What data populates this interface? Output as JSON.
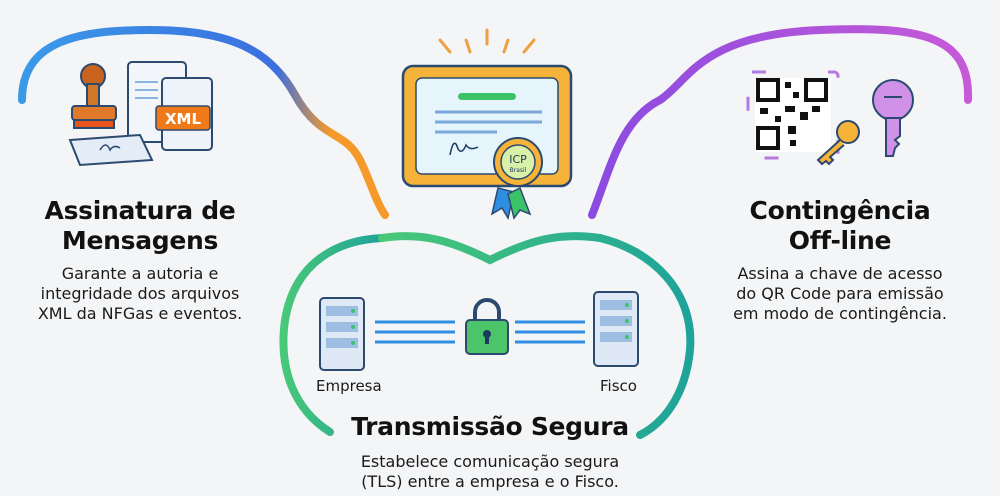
{
  "left": {
    "title_line1": "Assinatura de",
    "title_line2": "Mensagens",
    "desc_line1": "Garante a autoria e",
    "desc_line2": "integridade dos arquivos",
    "desc_line3": "XML da NFGas e eventos.",
    "badge": "XML"
  },
  "center": {
    "seal_line1": "ICP",
    "seal_line2": "Brasil"
  },
  "right": {
    "title_line1": "Contingência",
    "title_line2": "Off-line",
    "desc_line1": "Assina a chave de acesso",
    "desc_line2": "do QR Code para emissão",
    "desc_line3": "em modo de contingência."
  },
  "bottom": {
    "left_label": "Empresa",
    "right_label": "Fisco",
    "title": "Transmissão Segura",
    "desc_line1": "Estabelece comunicação segura",
    "desc_line2": "(TLS) entre a empresa e o Fisco."
  },
  "colors": {
    "blue": "#3b82e0",
    "orange": "#f59a2a",
    "purple": "#a44be0",
    "green": "#3cc36a",
    "teal": "#1fa89a"
  }
}
